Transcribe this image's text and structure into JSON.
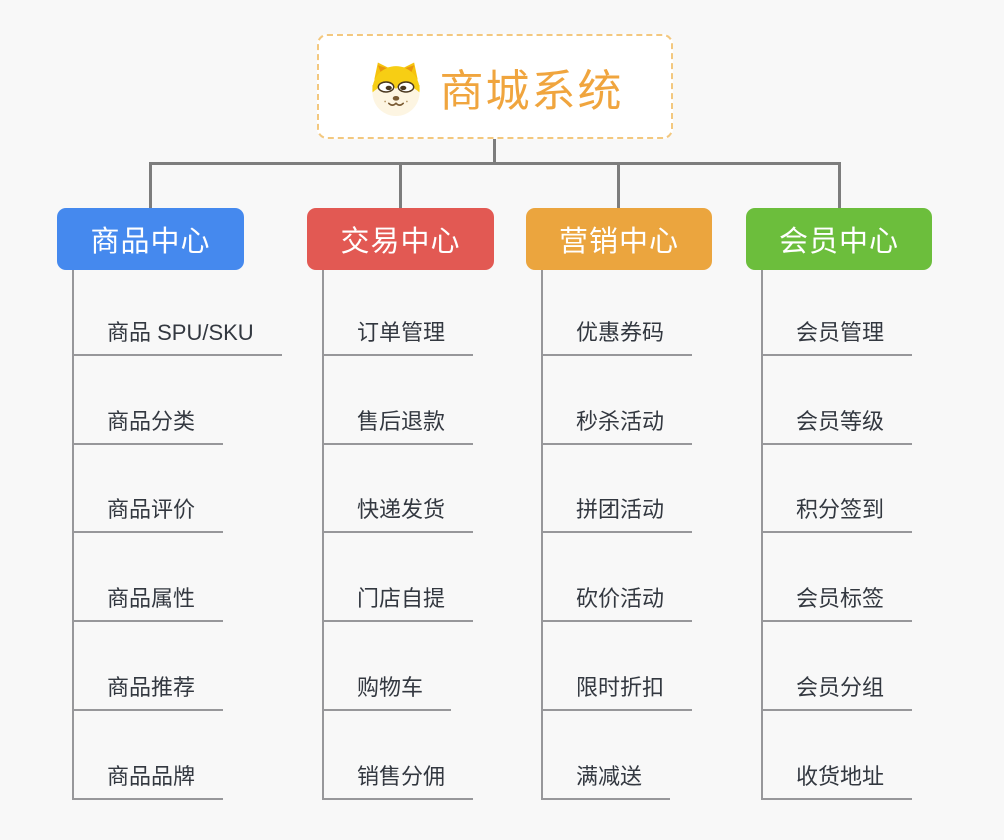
{
  "root": {
    "title": "商城系统",
    "icon": "doge-face-icon",
    "title_color": "#f0a53e",
    "border_color": "#f3c87f"
  },
  "branches": [
    {
      "label": "商品中心",
      "color": "#4589ee",
      "items": [
        "商品 SPU/SKU",
        "商品分类",
        "商品评价",
        "商品属性",
        "商品推荐",
        "商品品牌"
      ]
    },
    {
      "label": "交易中心",
      "color": "#e25953",
      "items": [
        "订单管理",
        "售后退款",
        "快递发货",
        "门店自提",
        "购物车",
        "销售分佣"
      ]
    },
    {
      "label": "营销中心",
      "color": "#eba53e",
      "items": [
        "优惠券码",
        "秒杀活动",
        "拼团活动",
        "砍价活动",
        "限时折扣",
        "满减送"
      ]
    },
    {
      "label": "会员中心",
      "color": "#6cbe3c",
      "items": [
        "会员管理",
        "会员等级",
        "积分签到",
        "会员标签",
        "会员分组",
        "收货地址"
      ]
    }
  ],
  "colors": {
    "background": "#f8f8f8",
    "connector": "#7d7d7d",
    "leaf_line": "#97979a",
    "leaf_text": "#333840"
  }
}
